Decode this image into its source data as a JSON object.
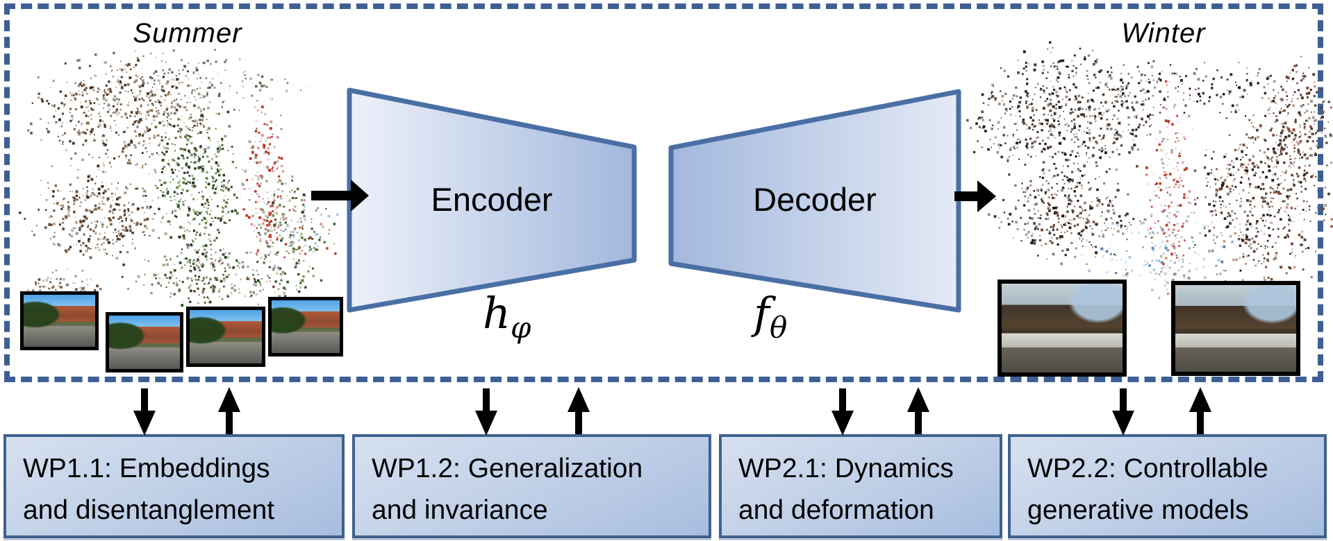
{
  "diagram": {
    "panel": {
      "season_left": "Summer",
      "season_right": "Winter"
    },
    "encoder": {
      "label": "Encoder",
      "symbol": "h",
      "symbol_sub": "φ"
    },
    "decoder": {
      "label": "Decoder",
      "symbol": "f",
      "symbol_sub": "θ"
    },
    "wp_boxes": [
      {
        "id": "WP1.1",
        "lines": [
          "WP1.1: Embeddings",
          "and disentanglement"
        ]
      },
      {
        "id": "WP1.2",
        "lines": [
          "WP1.2: Generalization",
          "and invariance"
        ]
      },
      {
        "id": "WP2.1",
        "lines": [
          "WP2.1: Dynamics",
          "and deformation"
        ]
      },
      {
        "id": "WP2.2",
        "lines": [
          "WP2.2: Controllable",
          "generative models"
        ]
      }
    ],
    "colors": {
      "dashed_border": "#3e5f94",
      "shape_border": "#4a6fa5",
      "shape_fill_light": "#edf1fa",
      "shape_fill_dark": "#a3b8dd",
      "wp_box_border": "#3f618f",
      "arrow": "#000000"
    }
  }
}
